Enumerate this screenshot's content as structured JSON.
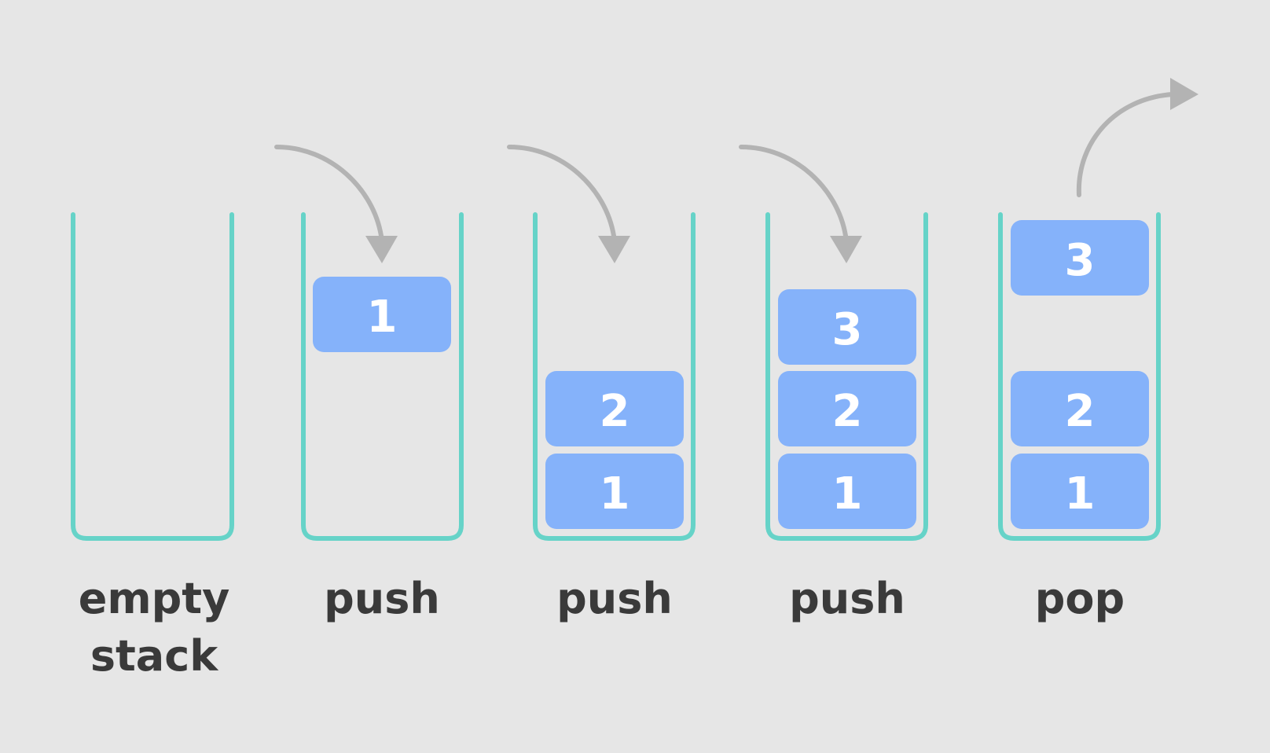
{
  "colors": {
    "background": "#e6e6e6",
    "container": "#66d3c8",
    "block": "#85b2fa",
    "block_text": "#ffffff",
    "arrow": "#b3b3b3",
    "label": "#3a3a3a"
  },
  "steps": [
    {
      "label_lines": [
        "empty",
        "stack"
      ],
      "blocks": [],
      "arrow": "none"
    },
    {
      "label_lines": [
        "push"
      ],
      "blocks": [
        "1"
      ],
      "arrow": "in"
    },
    {
      "label_lines": [
        "push"
      ],
      "blocks": [
        "2",
        "1"
      ],
      "arrow": "in"
    },
    {
      "label_lines": [
        "push"
      ],
      "blocks": [
        "3",
        "2",
        "1"
      ],
      "arrow": "in"
    },
    {
      "label_lines": [
        "pop"
      ],
      "blocks": [
        "3",
        "2",
        "1"
      ],
      "arrow": "out"
    }
  ]
}
